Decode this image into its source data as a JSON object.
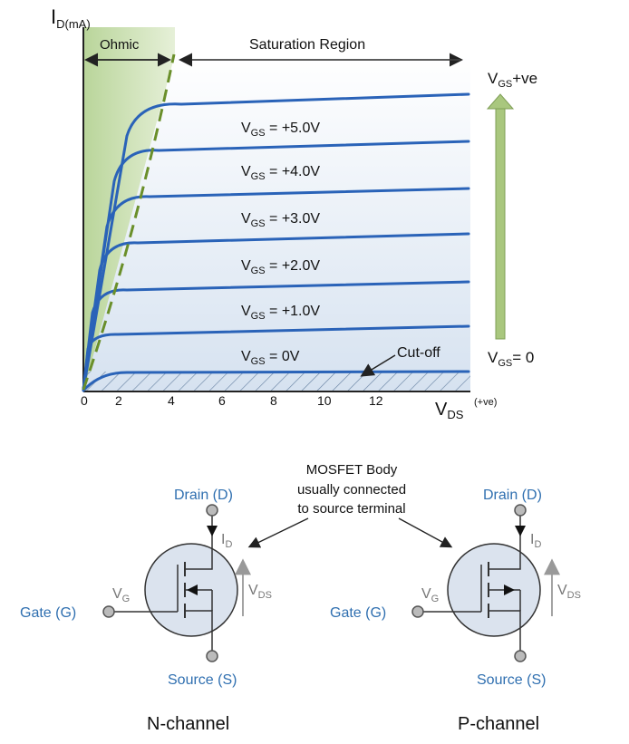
{
  "graph": {
    "y_axis_label": "I",
    "y_axis_sub": "D(mA)",
    "x_axis_label": "V",
    "x_axis_sub": "DS",
    "x_axis_unit": "(+ve)",
    "x_ticks": [
      "0",
      "2",
      "4",
      "6",
      "8",
      "10",
      "12"
    ],
    "ohmic_label": "Ohmic",
    "saturation_label": "Saturation Region",
    "cutoff_label": "Cut-off",
    "vgs_arrow_top": "+ve",
    "vgs_arrow_bottom": "= 0",
    "vgs_sub": "GS",
    "curves": [
      {
        "v": "V",
        "sub": "GS",
        "rest": " = +5.0V"
      },
      {
        "v": "V",
        "sub": "GS",
        "rest": " = +4.0V"
      },
      {
        "v": "V",
        "sub": "GS",
        "rest": " = +3.0V"
      },
      {
        "v": "V",
        "sub": "GS",
        "rest": " = +2.0V"
      },
      {
        "v": "V",
        "sub": "GS",
        "rest": " = +1.0V"
      },
      {
        "v": "V",
        "sub": "GS",
        "rest": " = 0V"
      }
    ],
    "colors": {
      "curve": "#2a63b8",
      "ohmic_fill": "#cfe3b4",
      "boundary": "#6a8f2a",
      "arrow": "#a9c77e"
    }
  },
  "symbols": {
    "body_note": [
      "MOSFET Body",
      "usually connected",
      "to source terminal"
    ],
    "n_channel": {
      "title": "N-channel",
      "drain": "Drain (D)",
      "source": "Source (S)",
      "gate": "Gate (G)",
      "id_label": "I",
      "id_sub": "D",
      "vg_label": "V",
      "vg_sub": "G",
      "vds_label": "V",
      "vds_sub": "DS"
    },
    "p_channel": {
      "title": "P-channel",
      "drain": "Drain (D)",
      "source": "Source (S)",
      "gate": "Gate (G)",
      "id_label": "I",
      "id_sub": "D",
      "vg_label": "V",
      "vg_sub": "G",
      "vds_label": "V",
      "vds_sub": "DS"
    }
  }
}
